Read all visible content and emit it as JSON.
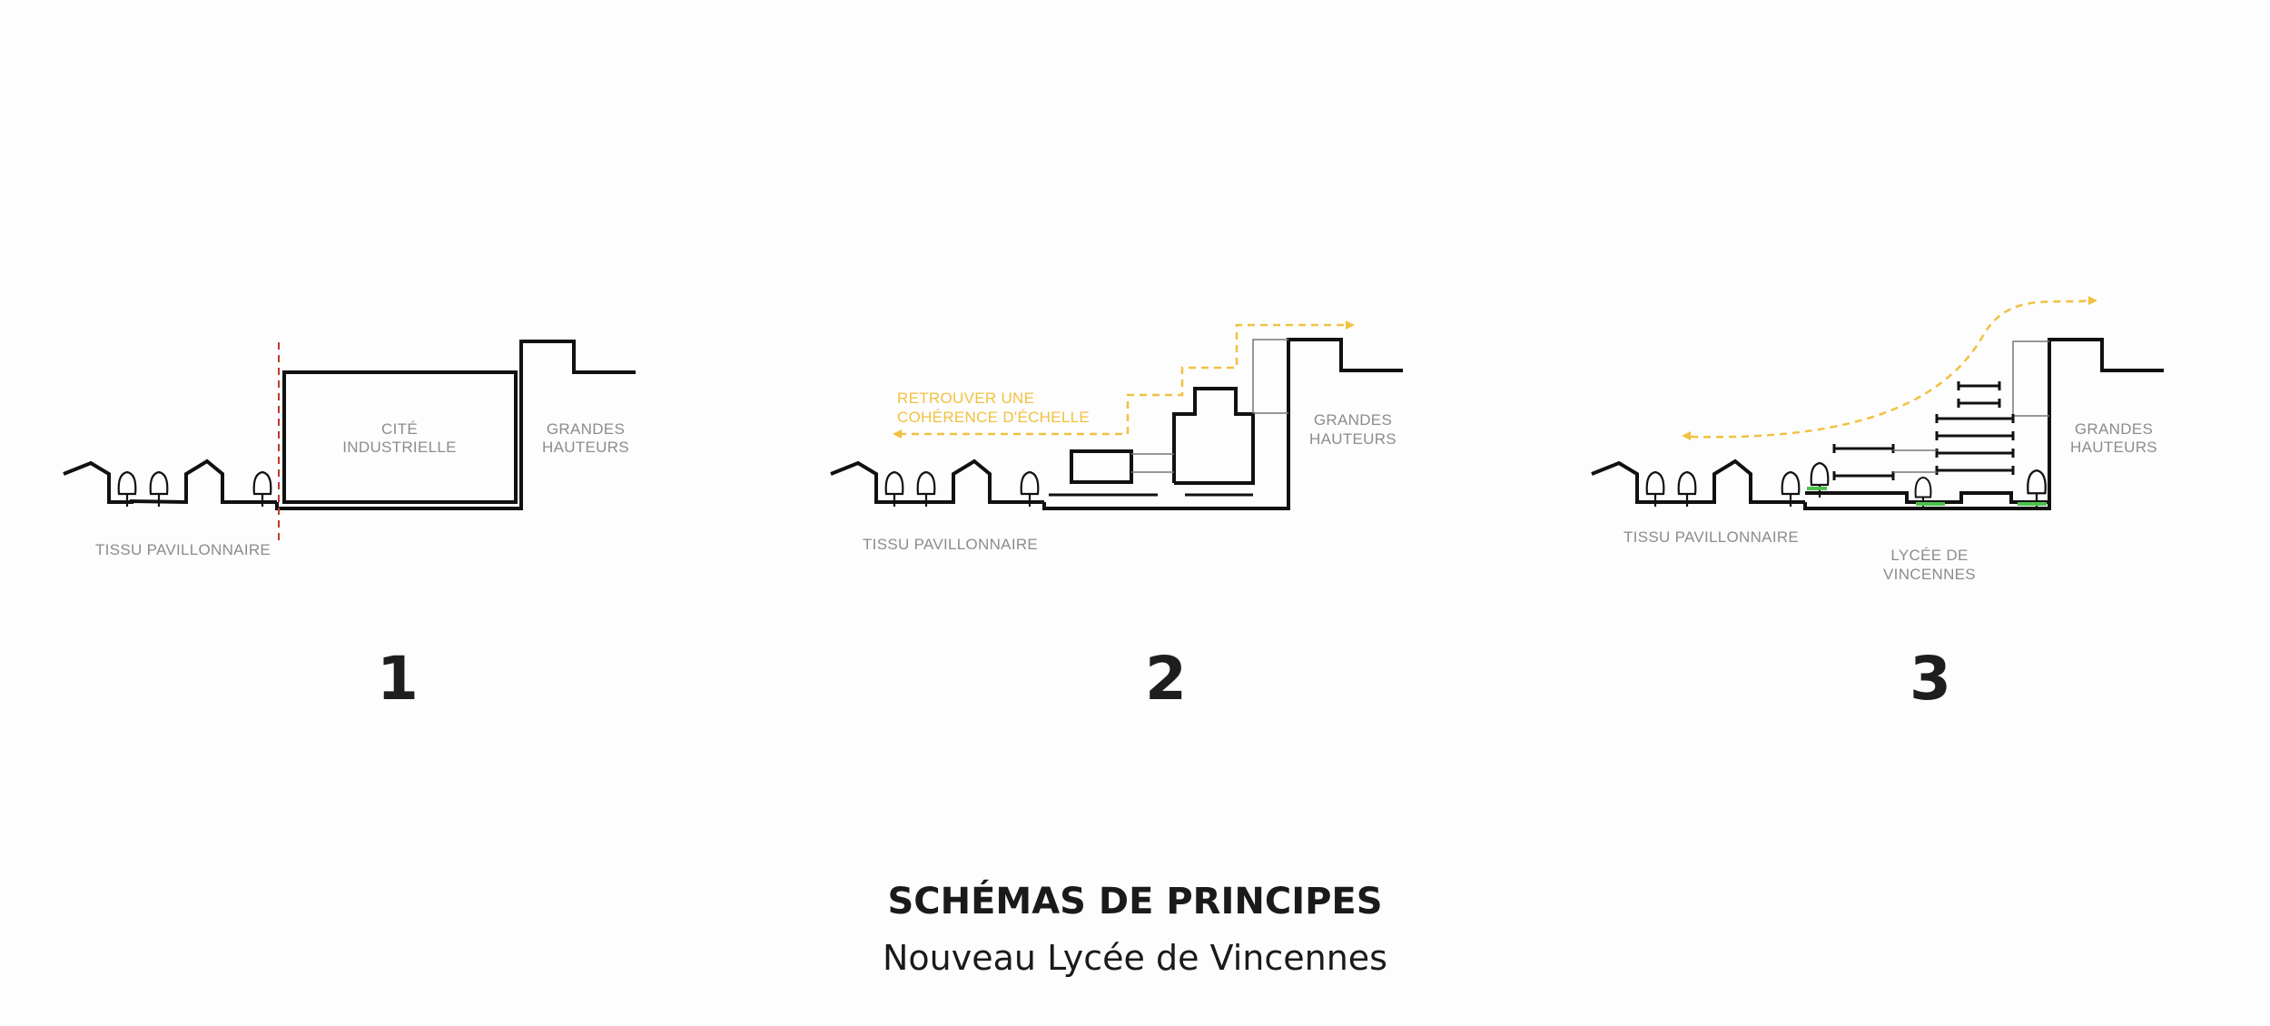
{
  "diagrams": [
    {
      "number": "1",
      "labels": {
        "left": "TISSU PAVILLONNAIRE",
        "center": [
          "CITÉ",
          "INDUSTRIELLE"
        ],
        "right": [
          "GRANDES",
          "HAUTEURS"
        ]
      },
      "marker": "dashed-limit-line"
    },
    {
      "number": "2",
      "labels": {
        "left": "TISSU PAVILLONNAIRE",
        "accent": [
          "RETROUVER UNE",
          "COHÉRENCE D'ÉCHELLE"
        ],
        "right": [
          "GRANDES",
          "HAUTEURS"
        ]
      },
      "marker": "dashed-step-arrow"
    },
    {
      "number": "3",
      "labels": {
        "left": "TISSU PAVILLONNAIRE",
        "center": [
          "LYCÉE DE",
          "VINCENNES"
        ],
        "right": [
          "GRANDES",
          "HAUTEURS"
        ]
      },
      "marker": "dashed-curve-arrow"
    }
  ],
  "footer": {
    "title": "SCHÉMAS DE PRINCIPES",
    "subtitle": "Nouveau Lycée de Vincennes"
  },
  "colors": {
    "line": "#111111",
    "accent": "#f1c140",
    "limit": "#c0392b",
    "green": "#4cc24c",
    "label": "#8c8c8c"
  }
}
